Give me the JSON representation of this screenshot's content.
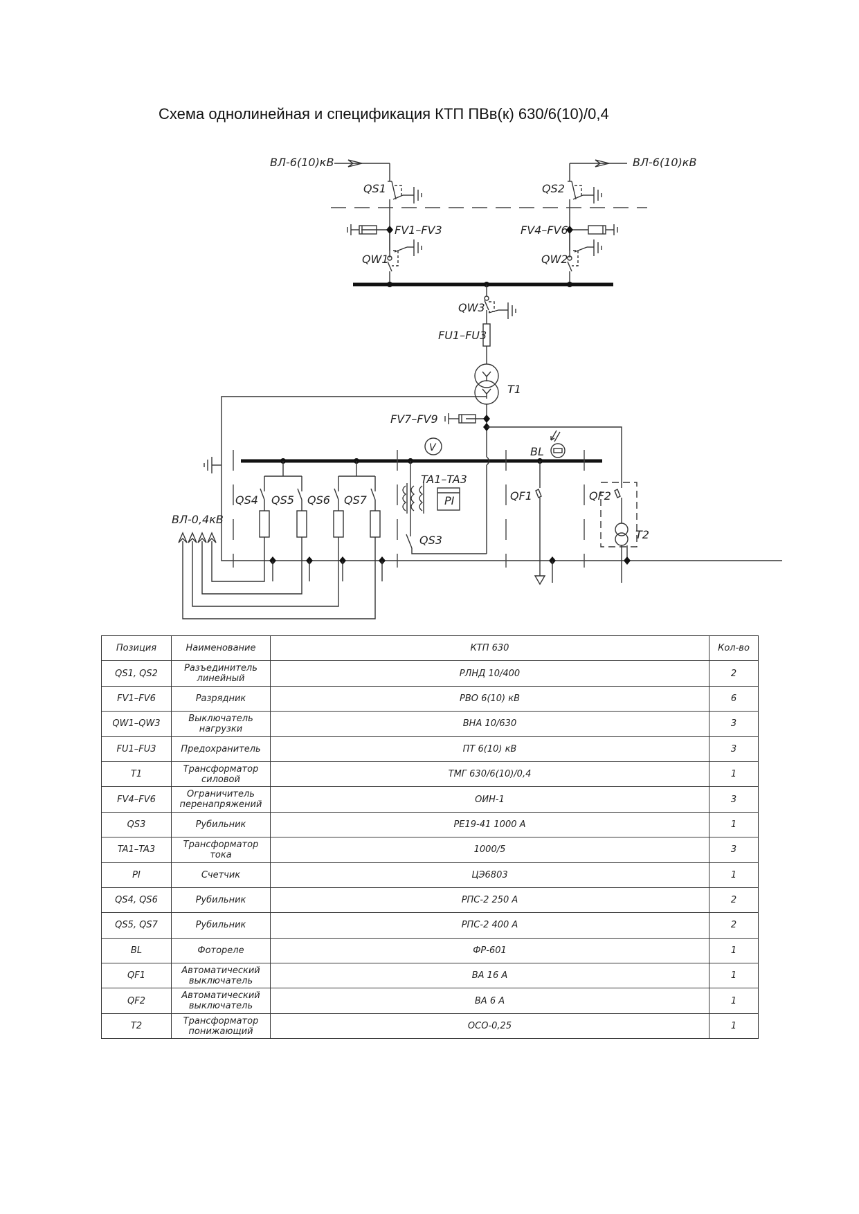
{
  "title": "Схема однолинейная и спецификация КТП ПВв(к) 630/6(10)/0,4",
  "diagram": {
    "labels": {
      "hv_in": "ВЛ-6(10)кВ",
      "hv_out": "ВЛ-6(10)кВ",
      "qs1": "QS1",
      "qs2": "QS2",
      "fv1_fv3": "FV1–FV3",
      "fv4_fv6": "FV4–FV6",
      "qw1": "QW1",
      "qw2": "QW2",
      "qw3": "QW3",
      "fu1_fu3": "FU1–FU3",
      "t1": "T1",
      "fv7_fv9": "FV7–FV9",
      "voltmeter": "V",
      "bl": "BL",
      "ta1_ta3": "TA1–TA3",
      "pi": "PI",
      "qs3": "QS3",
      "qs4": "QS4",
      "qs5": "QS5",
      "qs6": "QS6",
      "qs7": "QS7",
      "qf1": "QF1",
      "qf2": "QF2",
      "t2": "T2",
      "lv_out": "ВЛ-0,4кВ"
    }
  },
  "spec_table": {
    "headers": [
      "Позиция",
      "Наименование",
      "КТП 630",
      "Кол-во"
    ],
    "rows": [
      {
        "pos": "QS1, QS2",
        "name": "Разъединитель линейный",
        "type": "РЛНД 10/400",
        "qty": "2"
      },
      {
        "pos": "FV1–FV6",
        "name": "Разрядник",
        "type": "РВО 6(10) кВ",
        "qty": "6"
      },
      {
        "pos": "QW1–QW3",
        "name": "Выключатель нагрузки",
        "type": "ВНА 10/630",
        "qty": "3"
      },
      {
        "pos": "FU1–FU3",
        "name": "Предохранитель",
        "type": "ПТ 6(10) кВ",
        "qty": "3"
      },
      {
        "pos": "T1",
        "name": "Трансформатор силовой",
        "type": "ТМГ 630/6(10)/0,4",
        "qty": "1"
      },
      {
        "pos": "FV4–FV6",
        "name": "Ограничитель перенапряжений",
        "type": "ОИН-1",
        "qty": "3"
      },
      {
        "pos": "QS3",
        "name": "Рубильник",
        "type": "РЕ19-41 1000 А",
        "qty": "1"
      },
      {
        "pos": "TA1–TA3",
        "name": "Трансформатор тока",
        "type": "1000/5",
        "qty": "3"
      },
      {
        "pos": "PI",
        "name": "Счетчик",
        "type": "ЦЭ6803",
        "qty": "1"
      },
      {
        "pos": "QS4, QS6",
        "name": "Рубильник",
        "type": "РПС-2 250 А",
        "qty": "2"
      },
      {
        "pos": "QS5, QS7",
        "name": "Рубильник",
        "type": "РПС-2 400 А",
        "qty": "2"
      },
      {
        "pos": "BL",
        "name": "Фотореле",
        "type": "ФР-601",
        "qty": "1"
      },
      {
        "pos": "QF1",
        "name": "Автоматический выключатель",
        "type": "ВА 16 А",
        "qty": "1"
      },
      {
        "pos": "QF2",
        "name": "Автоматический выключатель",
        "type": "ВА 6 А",
        "qty": "1"
      },
      {
        "pos": "T2",
        "name": "Трансформатор понижающий",
        "type": "ОСО-0,25",
        "qty": "1"
      }
    ]
  }
}
